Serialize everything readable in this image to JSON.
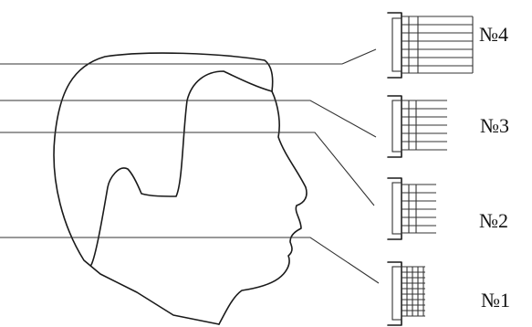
{
  "attachments": [
    {
      "id": "4",
      "label": "№4"
    },
    {
      "id": "3",
      "label": "№3"
    },
    {
      "id": "2",
      "label": "№2"
    },
    {
      "id": "1",
      "label": "№1"
    }
  ]
}
